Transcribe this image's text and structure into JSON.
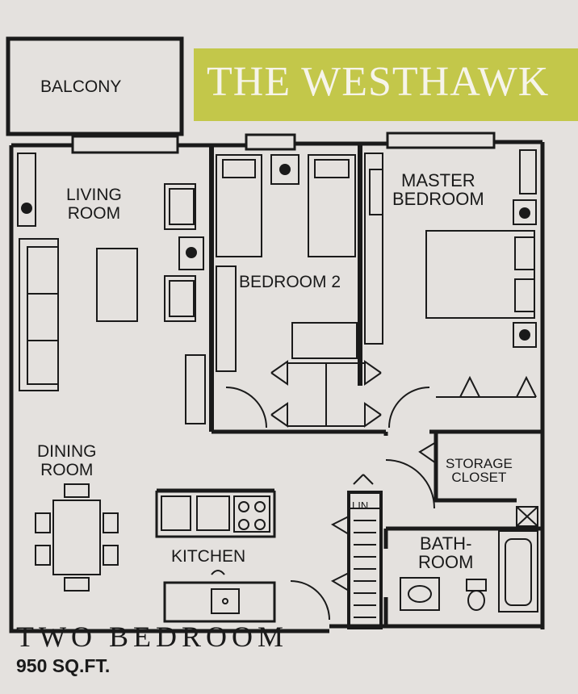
{
  "title": "THE WESTHAWK",
  "colors": {
    "banner": "#c3c74a",
    "paper": "#e4e1de",
    "ink": "#1a1a1a"
  },
  "rooms": {
    "balcony": "BALCONY",
    "living_room": "LIVING\nROOM",
    "bedroom_2": "BEDROOM 2",
    "master_bedroom": "MASTER\nBEDROOM",
    "dining_room": "DINING\nROOM",
    "kitchen": "KITCHEN",
    "storage_closet": "STORAGE\nCLOSET",
    "linen": "LIN.",
    "bathroom": "BATH-\nROOM"
  },
  "footer": {
    "unit_type": "TWO BEDROOM",
    "area": "950 SQ.FT."
  }
}
